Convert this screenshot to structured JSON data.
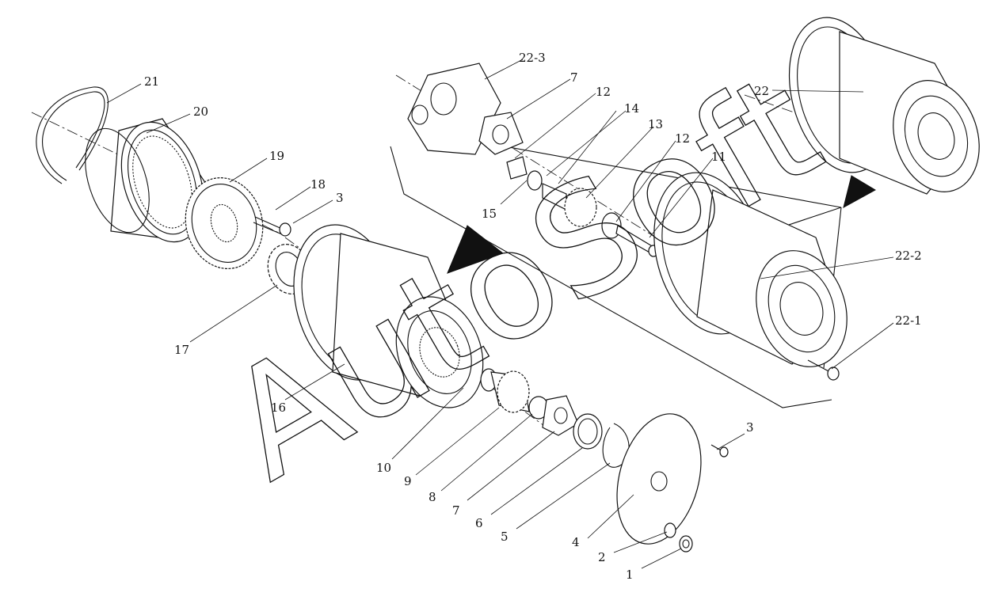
{
  "watermark": {
    "text": "AutoSoft"
  },
  "callouts": {
    "c22_3": "22-3",
    "c7_top": "7",
    "c12_top": "12",
    "c14": "14",
    "c13": "13",
    "c12_mid": "12",
    "c11": "11",
    "c15": "15",
    "c22": "22",
    "c21": "21",
    "c20": "20",
    "c19": "19",
    "c18": "18",
    "c3_left": "3",
    "c17": "17",
    "c16": "16",
    "c22_2": "22-2",
    "c22_1": "22-1",
    "c10": "10",
    "c9": "9",
    "c8": "8",
    "c7_bottom": "7",
    "c6": "6",
    "c5": "5",
    "c4": "4",
    "c3_right": "3",
    "c2": "2",
    "c1": "1"
  }
}
